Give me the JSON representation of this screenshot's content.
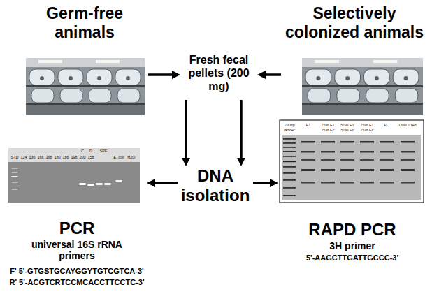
{
  "diagram": {
    "nodes": [
      {
        "text": [
          "Germ-free animals"
        ]
      },
      {
        "text": [
          "Selectively colonized animals"
        ]
      },
      {
        "text": [
          "Fresh fecal pellets (200 mg)"
        ]
      },
      {
        "text": [
          "DNA isolation"
        ]
      },
      {
        "text": [
          "PCR",
          "universal 16S rRNA primers",
          "F' 5'-GTGSTGCAYGGYTGTCGTCA-3'",
          "R' 5'-ACGTCRTCCMCACCTTCCTC-3'"
        ]
      },
      {
        "text": [
          "RAPD PCR",
          "3H primer",
          "5'-AAGCTTGATTGCCC-3'"
        ]
      }
    ],
    "edges": [
      {
        "from": 0,
        "to": 2,
        "arrow": "to"
      },
      {
        "from": 1,
        "to": 2,
        "arrow": "to"
      },
      {
        "from": 2,
        "to": 3,
        "arrow": "to"
      },
      {
        "from": 2,
        "to": 3,
        "arrow": "to"
      },
      {
        "from": 3,
        "to": 4,
        "arrow": "to"
      },
      {
        "from": 3,
        "to": 5,
        "arrow": "to"
      }
    ],
    "labels": [
      "C",
      "D",
      "SPF",
      "STD",
      "124",
      "136",
      "166",
      "168",
      "180",
      "186",
      "198",
      "200",
      "158",
      "E. coli",
      "H2O",
      "100bp ladder",
      "E1",
      "75% E1 25% Ec",
      "50% E1 50% Ec",
      "25% E1 75% Ec",
      "EC",
      "Dual 1 fed"
    ]
  }
}
